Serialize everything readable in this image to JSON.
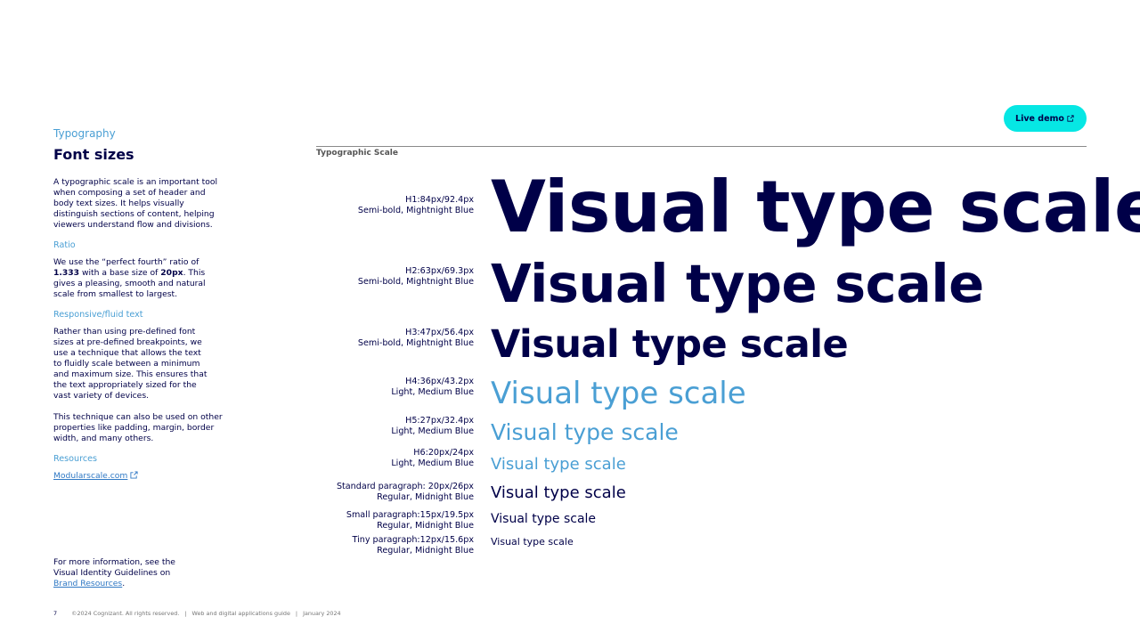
{
  "left": {
    "section": "Typography",
    "title": "Font sizes",
    "intro": "A typographic scale is an important tool when composing a set of header and body text sizes. It helps visually distinguish sections of content, helping viewers understand flow and divisions.",
    "ratio": {
      "heading": "Ratio",
      "text_1": "We use the “perfect fourth” ratio of ",
      "ratio_value": "1.333",
      "text_2": " with a base size of ",
      "base_value": "20px",
      "text_3": ". This gives a pleasing, smooth and natural scale from smallest to largest."
    },
    "responsive": {
      "heading": "Responsive/fluid text",
      "para_1": "Rather than using pre-defined font sizes at pre-defined breakpoints, we use a technique that allows the text to fluidly scale between a minimum and maximum size. This ensures that the text appropriately sized for the vast variety of devices.",
      "para_2": "This technique can also be used on other properties like padding, margin, border width, and many others."
    },
    "resources": {
      "heading": "Resources",
      "link": "Modularscale.com"
    },
    "more_info": {
      "text": "For more information, see the Visual Identity Guidelines on ",
      "link": "Brand Resources",
      "end": "."
    }
  },
  "live_demo_label": "Live demo",
  "scale_heading": "Typographic Scale",
  "sample_text": "Visual type scale",
  "rows": [
    {
      "size": "H1:84px/92.4px",
      "style": "Semi-bold, Mightnight Blue"
    },
    {
      "size": "H2:63px/69.3px",
      "style": "Semi-bold, Mightnight Blue"
    },
    {
      "size": "H3:47px/56.4px",
      "style": "Semi-bold, Mightnight Blue"
    },
    {
      "size": "H4:36px/43.2px",
      "style": "Light, Medium Blue"
    },
    {
      "size": "H5:27px/32.4px",
      "style": "Light, Medium Blue"
    },
    {
      "size": "H6:20px/24px",
      "style": "Light, Medium Blue"
    },
    {
      "size": "Standard paragraph: 20px/26px",
      "style": "Regular, Midnight Blue"
    },
    {
      "size": "Small paragraph:15px/19.5px",
      "style": "Regular, Midnight Blue"
    },
    {
      "size": "Tiny paragraph:12px/15.6px",
      "style": "Regular, Midnight Blue"
    }
  ],
  "footer": {
    "page": "7",
    "copyright": "©2024 Cognizant. All rights reserved.",
    "separator": "|",
    "guide": "Web and digital applications guide",
    "date": "January 2024"
  },
  "colors": {
    "midnight_blue": "#000048",
    "medium_blue": "#4a9fd4",
    "accent_cyan": "#06e7e4"
  },
  "icons": {
    "external_link": "external-link-icon"
  }
}
